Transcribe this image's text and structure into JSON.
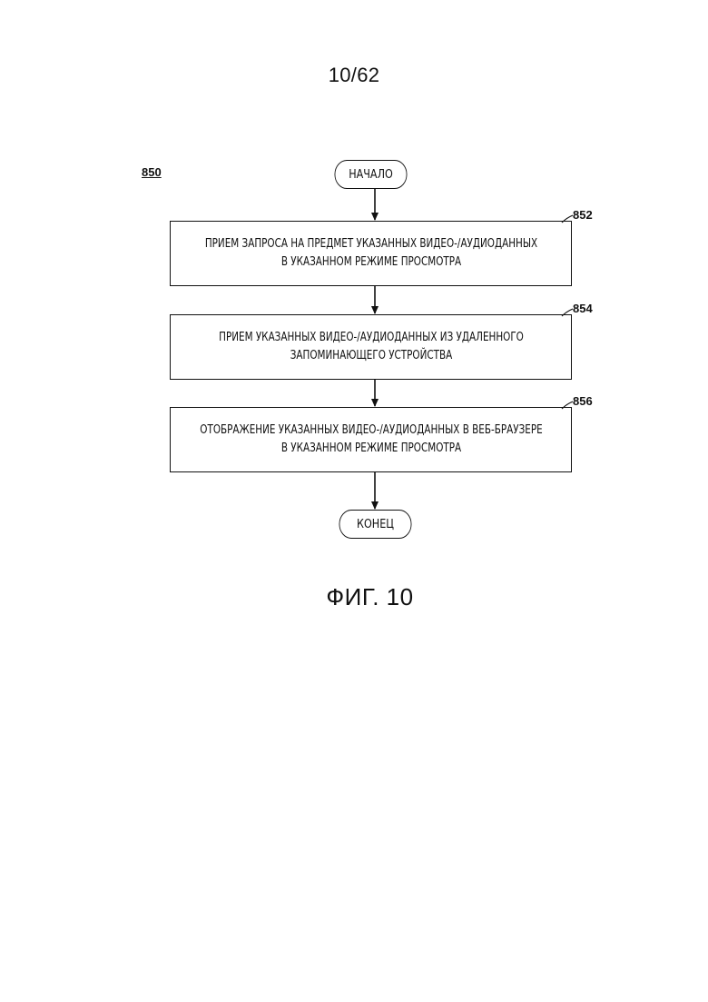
{
  "page_number": "10/62",
  "diagram_ref": "850",
  "start_label": "НАЧАЛО",
  "end_label": "КОНЕЦ",
  "steps": [
    {
      "ref": "852",
      "text": "ПРИЕМ ЗАПРОСА НА ПРЕДМЕТ УКАЗАННЫХ ВИДЕО-/АУДИОДАННЫХ\nВ УКАЗАННОМ РЕЖИМЕ ПРОСМОТРА"
    },
    {
      "ref": "854",
      "text": "ПРИЕМ УКАЗАННЫХ ВИДЕО-/АУДИОДАННЫХ ИЗ УДАЛЕННОГО\nЗАПОМИНАЮЩЕГО УСТРОЙСТВА"
    },
    {
      "ref": "856",
      "text": "ОТОБРАЖЕНИЕ УКАЗАННЫХ ВИДЕО-/АУДИОДАННЫХ В ВЕБ-БРАУЗЕРЕ\nВ УКАЗАННОМ РЕЖИМЕ ПРОСМОТРА"
    }
  ],
  "figure_caption": "ФИГ. 10"
}
